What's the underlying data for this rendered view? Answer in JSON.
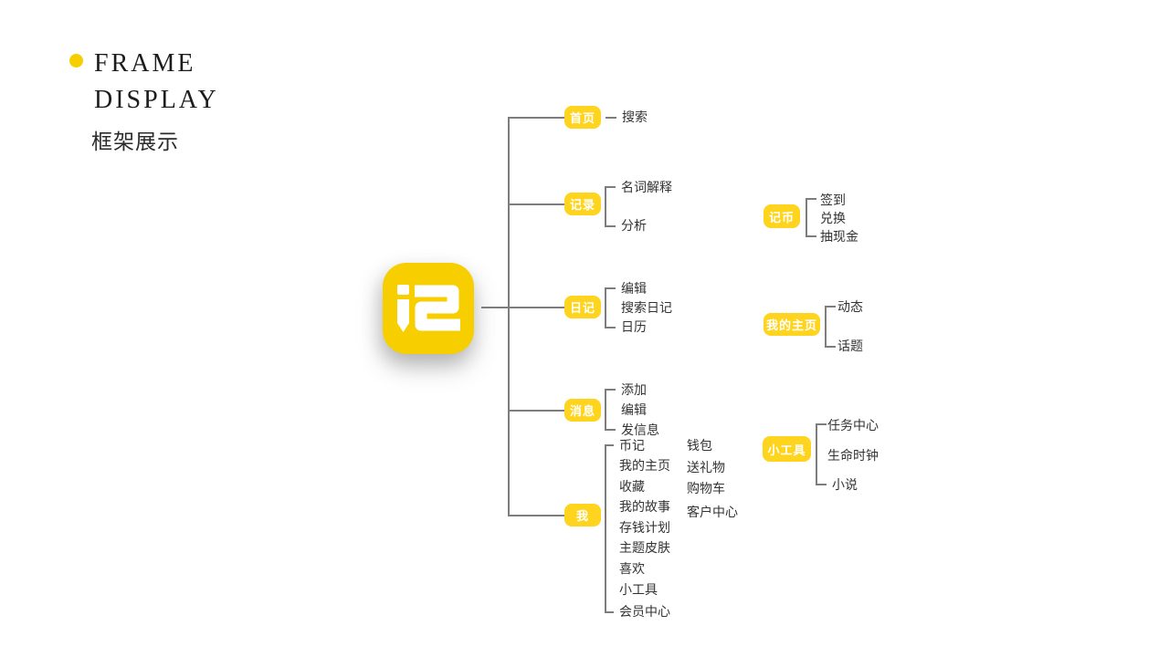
{
  "header": {
    "title_line1": "FRAME",
    "title_line2": "DISPLAY",
    "subtitle": "框架展示"
  },
  "app_icon": {
    "label": "i2",
    "glyphs": [
      "pencil-icon",
      "digit-2"
    ]
  },
  "colors": {
    "accent_yellow": "#F7CE00",
    "node_yellow": "#FFD41E",
    "line_gray": "#7D7D7D",
    "text_dark": "#333333"
  },
  "tree": {
    "branches": [
      {
        "node": "首页",
        "children": [
          "搜索"
        ]
      },
      {
        "node": "记录",
        "children": [
          "名词解释",
          "分析"
        ]
      },
      {
        "node": "日记",
        "children": [
          "编辑",
          "搜索日记",
          "日历"
        ]
      },
      {
        "node": "消息",
        "children": [
          "添加",
          "编辑",
          "发信息"
        ]
      },
      {
        "node": "我",
        "children": [
          "币记",
          "我的主页",
          "收藏",
          "我的故事",
          "存钱计划",
          "主题皮肤",
          "喜欢",
          "小工具",
          "会员中心"
        ],
        "children_col2": [
          "钱包",
          "送礼物",
          "购物车",
          "客户中心"
        ]
      }
    ],
    "right_branches": [
      {
        "node": "记币",
        "children": [
          "签到",
          "兑换",
          "抽现金"
        ]
      },
      {
        "node": "我的主页",
        "children": [
          "动态",
          "话题"
        ]
      },
      {
        "node": "小工具",
        "children": [
          "任务中心",
          "生命时钟",
          "小说"
        ]
      }
    ]
  }
}
